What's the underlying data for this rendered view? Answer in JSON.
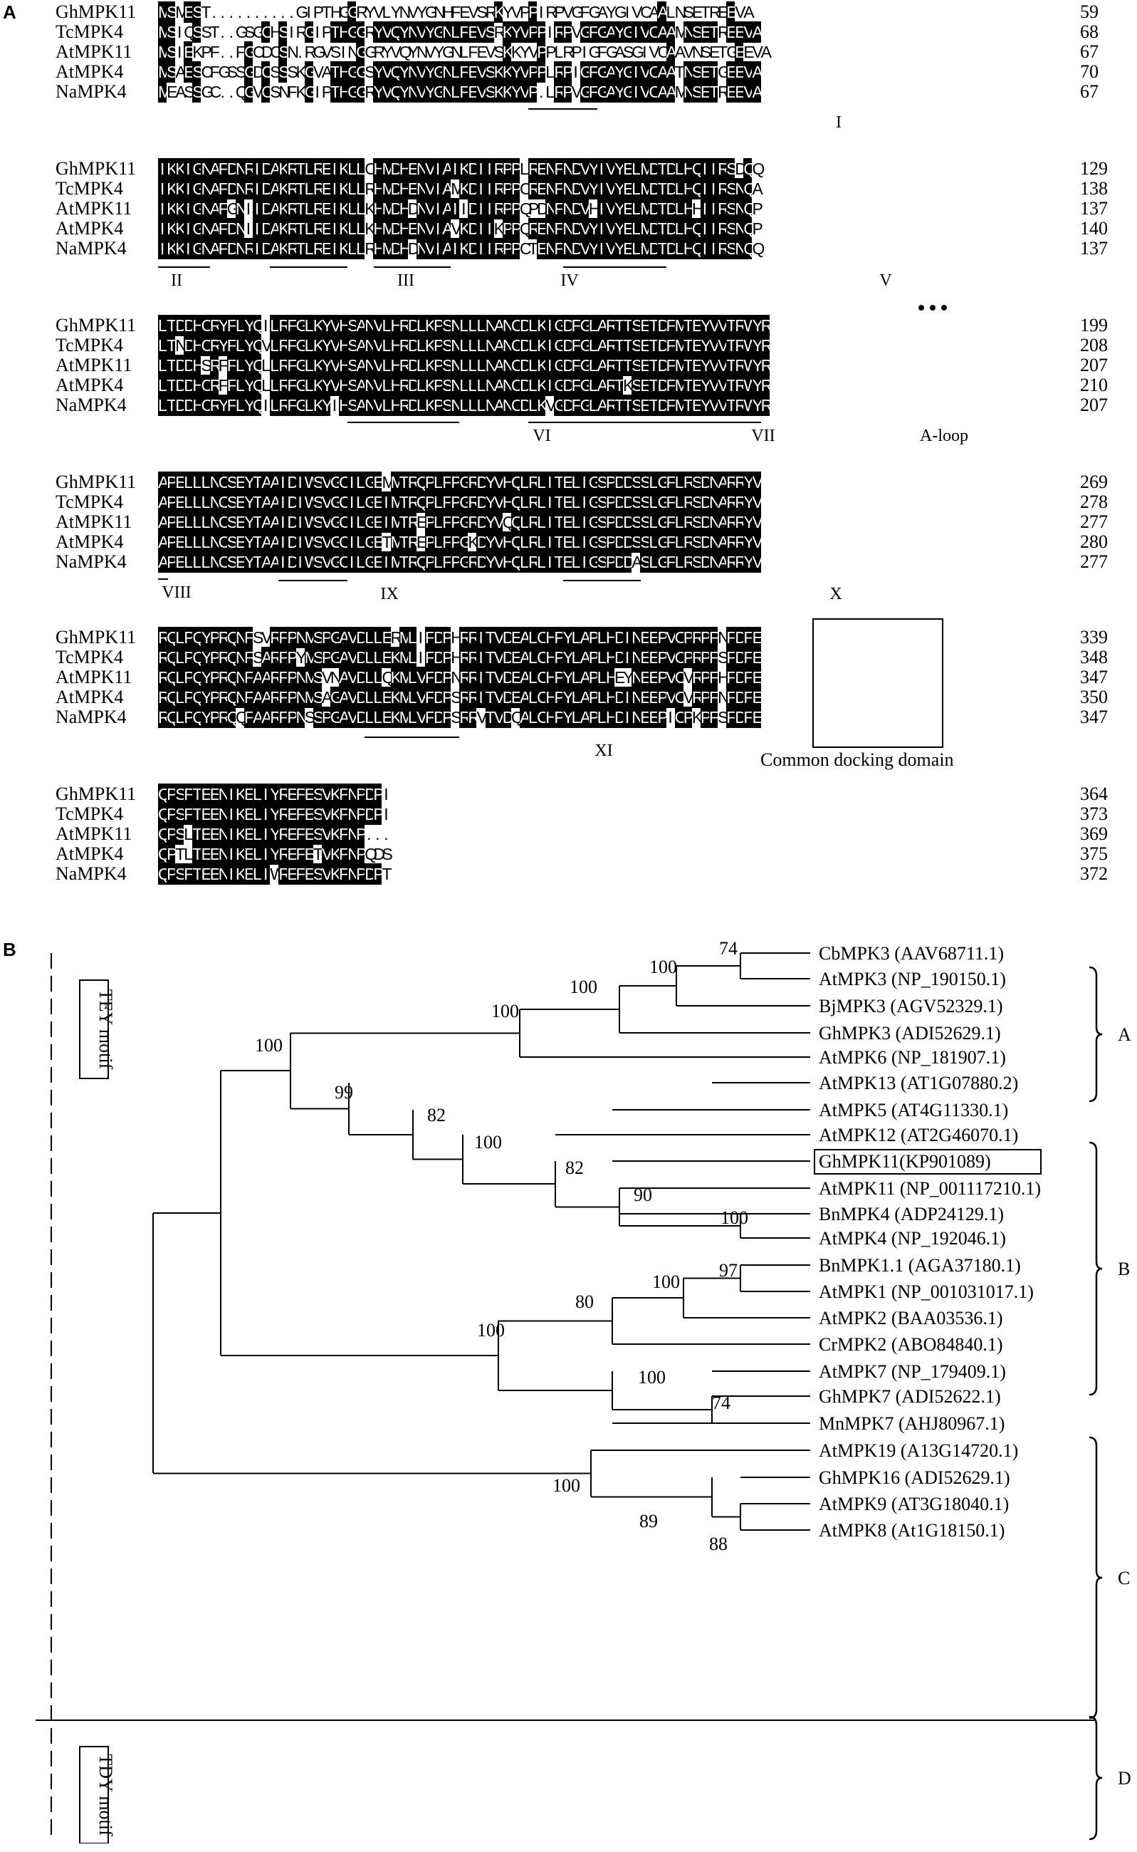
{
  "panel_a": {
    "label": "A",
    "blocks": [
      {
        "rows": [
          {
            "name": "GhMPK11",
            "seq": "MSMEST..........GIPTHGGRYVLYNVYGNHFEVSRKYVPPIRPVGFGAYGIVCAALNSETREEVA",
            "end": "59"
          },
          {
            "name": "TcMPK4",
            "seq": "MSIQSST..GSGCHSIRGIPTHGGRYVQYNVYGNLFEVSRKYVPPIRPVGFGAYGIVCAAMNSETREEVA",
            "end": "68"
          },
          {
            "name": "AtMPK11",
            "seq": "MSIEKPF..FGCDCSN.RGVSINGGRYVQYNVYGNLFEVSKKYVPPLRPIGFGASGIVCAAVNSETGEEVA",
            "end": "67"
          },
          {
            "name": "AtMPK4",
            "seq": "MSAESCFGSSGDCSSSKGVATHGGSYVQYNVYGNLFEVSKKYVPPLRPIGFGAYGIVCAATNSETGEEVA",
            "end": "70"
          },
          {
            "name": "NaMPK4",
            "seq": "MEASSGC..QGVCSNFKGIPTHGGRYVQYNVYGNLFEVSKKYVP.LRPVGFGAYGIVCAAMNSETREEVA",
            "end": "67"
          }
        ],
        "motifs": [
          {
            "label": "I"
          }
        ]
      },
      {
        "rows": [
          {
            "name": "GhMPK11",
            "seq": "IKKIGNAFDNRIDAKRTLREIKLLCHMDHENVIAIKDIIRPPLRENFNDVYIVYELMDTDLHQIIRSDQQ",
            "end": "129"
          },
          {
            "name": "TcMPK4",
            "seq": "IKKIGNAFDNRIDAKRTLREIKLLRHMDHENVIAMKDIIRPPCRENFNDVYIVYELMDTDLHQIIRSNQA",
            "end": "138"
          },
          {
            "name": "AtMPK11",
            "seq": "IKKIGNAFGNIIDAKRTLREIKLLKHMDHDNVIAIIDIIRPPQPDNFNDVHIVYELMDTDLHHIIRSNQP",
            "end": "137"
          },
          {
            "name": "AtMPK4",
            "seq": "IKKIGNAFDNIIDAKRTLREIKLLKHMDHENVIAVKDIIKPPQRENFNDVYIVYELMDTDLHQIIRSNQP",
            "end": "140"
          },
          {
            "name": "NaMPK4",
            "seq": "IKKIGNAFDNRIDAKRTLREIKLLRHMDHDNVIAIKDIIRPPCTENFNDVYIVYELMDTDLHQIIRSNQQ",
            "end": "137"
          }
        ],
        "motifs": [
          {
            "label": "II"
          },
          {
            "label": "III"
          },
          {
            "label": "IV"
          },
          {
            "label": "V"
          }
        ]
      },
      {
        "rows": [
          {
            "name": "GhMPK11",
            "seq": "LTDDHCRYFLYQILRFGLKYVHSANVLHRDLKPSNLLLNANCDLKIGDFGLARTTSETDFMTEYVVTRWYR",
            "end": "199"
          },
          {
            "name": "TcMPK4",
            "seq": "LTNDHCRYFLYQVLRFGLKYVHSANVLHRDLKPSNLLLNANCDLKIGDFGLARTTSETDFMTEYVVTRWYR",
            "end": "208"
          },
          {
            "name": "AtMPK11",
            "seq": "LTDDHSRFFLYQLLRFGLKYVHSANVLHRDLKPSNLLLNANCDLKIGDFGLARTTSETDFMTEYVVTRWYR",
            "end": "207"
          },
          {
            "name": "AtMPK4",
            "seq": "LTDDHCRFFLYQLLRFGLKYVHSANVLHRDLKPSNLLLNANCDLKIGDFGLARTKSETDFMTEYVVTRWYR",
            "end": "210"
          },
          {
            "name": "NaMPK4",
            "seq": "LTDDHCRYFLYQILRFGLKYIHSANVLHRDLKPSNLLLNANCDLKVGDFGLARTTSETDFMTEYVVTRWYR",
            "end": "207"
          }
        ],
        "motifs": [
          {
            "label": "VI"
          },
          {
            "label": "VII"
          },
          {
            "label": "A-loop"
          }
        ]
      },
      {
        "rows": [
          {
            "name": "GhMPK11",
            "seq": "APELLLNCSEYTAAIDIWSVGCILGEMMTRQPLFPGRDYVHQLRLITELIGSPDDSSLGFLRSDNARRYV",
            "end": "269"
          },
          {
            "name": "TcMPK4",
            "seq": "APELLLNCSEYTAAIDIWSVGCILGEIMTRQPLFPGRDYVHQLRLITELIGSPDDSSLGFLRSDNARRYV",
            "end": "278"
          },
          {
            "name": "AtMPK11",
            "seq": "APELLLNCSEYTAAIDIWSVGCILGEIMTREPLFPGRDYVQQLRLITELIGSPDDSSLGFLRSDNARRYV",
            "end": "277"
          },
          {
            "name": "AtMPK4",
            "seq": "APELLLNCSEYTAAIDIWSVGCILGETMTREPLFPGKDYVHQLRLITELIGSPDDSSLGFLRSDNARRYV",
            "end": "280"
          },
          {
            "name": "NaMPK4",
            "seq": "APELLLNCSEYTAAIDIWSVGCILGEIMTRQPLFPGRDYVHQLRLITELIGSPDDASLGFLRSDNARRYV",
            "end": "277"
          }
        ],
        "motifs": [
          {
            "label": "VIII"
          },
          {
            "label": "IX"
          },
          {
            "label": "X"
          }
        ]
      },
      {
        "rows": [
          {
            "name": "GhMPK11",
            "seq": "RQLPQYPRQNFSVRFPNMSPGAVDLLERMLIFDPHRRITVDEALCHPYLAPLHDINEEPVCPRPFNFDFE",
            "end": "339"
          },
          {
            "name": "TcMPK4",
            "seq": "RQLPQYPRQNFSARFPYMSPGAVDLLEKMLIFDPHRRITVDEALCHPYLAPLHDINEEPVCPRPFSFDFE",
            "end": "348"
          },
          {
            "name": "AtMPK11",
            "seq": "RQLPQYPRQNFAARFPNMSVNAVDLLQKMLVFDPNRRITVDEALCHPYLAPLHEYNEEPVCVRPFHFDFE",
            "end": "347"
          },
          {
            "name": "AtMPK4",
            "seq": "RQLPQYPRQNFAARFPNMSAGAVDLLEKMLVFDPSRRITVDEALCHPYLAPLHDINEEPVCVRPFNFDFE",
            "end": "350"
          },
          {
            "name": "NaMPK4",
            "seq": "RQLPQYPRQQFAARFPNSSPGAVDLLEKMLVFDPSRRVTVDQALCHPYLAPLHDINEEPICPKPFSFDFE",
            "end": "347"
          }
        ],
        "motifs": [
          {
            "label": "XI"
          }
        ],
        "docking_label": "Common docking domain"
      },
      {
        "rows": [
          {
            "name": "GhMPK11",
            "seq": "QPSFTEENIKELIYREFESVKFNPDPI",
            "end": "364"
          },
          {
            "name": "TcMPK4",
            "seq": "QPSFTEENIKELIYREFESVKFNPDPI",
            "end": "373"
          },
          {
            "name": "AtMPK11",
            "seq": "QPSLTEENIKELIYREFESVKFNP...",
            "end": "369"
          },
          {
            "name": "AtMPK4",
            "seq": "QPTLTEENIKELIYREFETVKFNPQDS",
            "end": "375"
          },
          {
            "name": "NaMPK4",
            "seq": "QPSFTEENIKELIWREFESVKFNPDPT",
            "end": "372"
          }
        ],
        "motifs": []
      }
    ]
  },
  "panel_b": {
    "label": "B",
    "tey_label": "TEY motif",
    "tdy_label": "TDY motif",
    "leaves": [
      "CbMPK3 (AAV68711.1)",
      "AtMPK3 (NP_190150.1)",
      "BjMPK3 (AGV52329.1)",
      "GhMPK3 (ADI52629.1)",
      "AtMPK6 (NP_181907.1)",
      "AtMPK13 (AT1G07880.2)",
      "AtMPK5 (AT4G11330.1)",
      "AtMPK12 (AT2G46070.1)",
      "GhMPK11(KP901089)",
      "AtMPK11 (NP_001117210.1)",
      "BnMPK4 (ADP24129.1)",
      "AtMPK4 (NP_192046.1)",
      "BnMPK1.1 (AGA37180.1)",
      "AtMPK1 (NP_001031017.1)",
      "AtMPK2 (BAA03536.1)",
      "CrMPK2 (ABO84840.1)",
      "AtMPK7 (NP_179409.1)",
      "GhMPK7 (ADI52622.1)",
      "MnMPK7 (AHJ80967.1)",
      "AtMPK19 (A13G14720.1)",
      "GhMPK16 (ADI52629.1)",
      "AtMPK9 (AT3G18040.1)",
      "AtMPK8 (At1G18150.1)"
    ],
    "bootstraps": [
      "74",
      "100",
      "100",
      "100",
      "100",
      "99",
      "82",
      "100",
      "82",
      "90",
      "100",
      "97",
      "100",
      "80",
      "100",
      "100",
      "74",
      "100",
      "89",
      "88"
    ],
    "groups": [
      "A",
      "B",
      "C",
      "D"
    ]
  }
}
